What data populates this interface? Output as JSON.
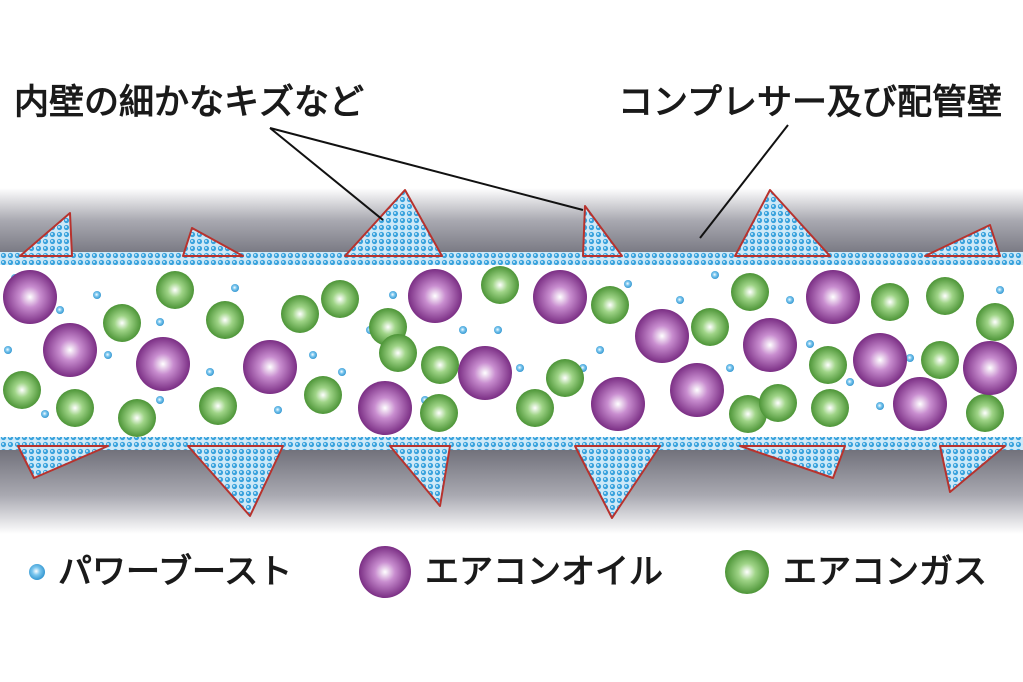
{
  "labels": {
    "scratches": "内壁の細かなキズなど",
    "wall": "コンプレサー及び配管壁"
  },
  "legend": [
    {
      "key": "boost",
      "label": "パワーブースト",
      "icon": "small-blue-dot-icon",
      "color": "#3aa3dd"
    },
    {
      "key": "oil",
      "label": "エアコンオイル",
      "icon": "purple-sphere-icon",
      "color": "#7d2a86"
    },
    {
      "key": "gas",
      "label": "エアコンガス",
      "icon": "green-sphere-icon",
      "color": "#4f9a36"
    }
  ],
  "colors": {
    "wall": "#9a9aa3",
    "scratch_fill": "#7cc3ea",
    "scratch_edge": "#b8322d",
    "boost": "#3aa3dd",
    "oil": "#7d2a86",
    "gas": "#4f9a36"
  }
}
